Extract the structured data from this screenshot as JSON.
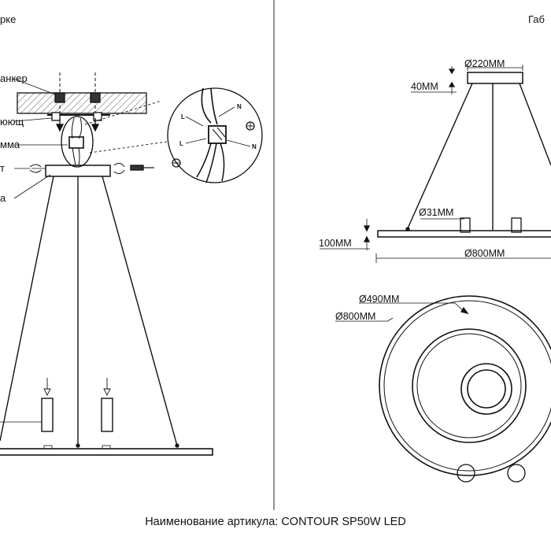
{
  "left_panel": {
    "heading_fragment": "рке",
    "labels": {
      "anchor": "анкер",
      "hook": "юющ",
      "terminal": "мма",
      "screw": "т",
      "base": "а"
    },
    "detail_labels": {
      "L_top": "L",
      "N_top": "N",
      "L_bottom": "L",
      "N_bottom": "N"
    }
  },
  "right_panel": {
    "heading_fragment": "Габ",
    "dims": {
      "canopy_diameter": "Ø220MM",
      "canopy_height": "40MM",
      "led_diameter": "Ø31MM",
      "ring_height": "100MM",
      "ring_diameter": "Ø800MM",
      "inner_ring": "Ø490MM",
      "outer_ring": "Ø800MM"
    }
  },
  "footer": {
    "text": "Наименование артикула: CONTOUR SP50W LED"
  },
  "colors": {
    "line": "#111111",
    "hatch": "#8a8a8a"
  }
}
